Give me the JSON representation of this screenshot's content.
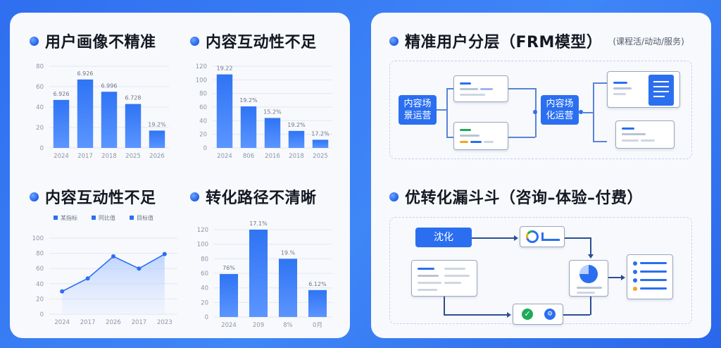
{
  "left_panel": {
    "sections": [
      {
        "title": "用户画像不精准"
      },
      {
        "title": "内容互动性不足"
      },
      {
        "title": "内容互动性不足"
      },
      {
        "title": "转化路径不清晰"
      }
    ]
  },
  "right_panel": {
    "section1": {
      "title": "精准用户分层（FRM模型）",
      "subtitle": "(课程活/动动/服务)"
    },
    "section2": {
      "title": "优转化漏斗斗（咨询–体验–付费）"
    },
    "diagram1": {
      "box_left": "内容场\n景运营",
      "box_right": "内容场\n化运营"
    },
    "diagram2": {
      "start_box": "沈化"
    },
    "colors": {
      "accent": "#2b6ff0",
      "green": "#1faa5a",
      "orange": "#f5a623"
    }
  },
  "chart_data": [
    {
      "type": "bar",
      "categories": [
        "2024",
        "2017",
        "2018",
        "2025",
        "2026"
      ],
      "values": [
        47,
        67,
        55,
        43,
        17
      ],
      "data_labels": [
        "6.926",
        "6.926",
        "6.996",
        "6.728",
        "19.2%"
      ],
      "ylim": [
        0,
        80
      ],
      "yticks": [
        0,
        20,
        40,
        60,
        80
      ]
    },
    {
      "type": "bar",
      "categories": [
        "2024",
        "806",
        "2016",
        "2018",
        "2025"
      ],
      "values": [
        108,
        61,
        44,
        25,
        12
      ],
      "data_labels": [
        "19.22",
        "19.2%",
        "15.2%",
        "19.2%",
        "17.2%"
      ],
      "ylim": [
        0,
        120
      ],
      "yticks": [
        0,
        20,
        40,
        60,
        80,
        100,
        120
      ]
    },
    {
      "type": "line",
      "categories": [
        "2024",
        "2017",
        "2026",
        "2017",
        "2023"
      ],
      "values": [
        30,
        47,
        76,
        60,
        79
      ],
      "legend": [
        "某指标",
        "同比值",
        "目标值"
      ],
      "ylim": [
        0,
        100
      ],
      "yticks": [
        0,
        20,
        40,
        60,
        80,
        100
      ]
    },
    {
      "type": "bar",
      "categories": [
        "2024",
        "209",
        "8%",
        "0月"
      ],
      "values": [
        59,
        120,
        80,
        37
      ],
      "data_labels": [
        "76%",
        "17.1%",
        "19.%",
        "6.12%"
      ],
      "ylim": [
        0,
        120
      ],
      "yticks": [
        0,
        20,
        40,
        60,
        80,
        100,
        120
      ]
    }
  ]
}
